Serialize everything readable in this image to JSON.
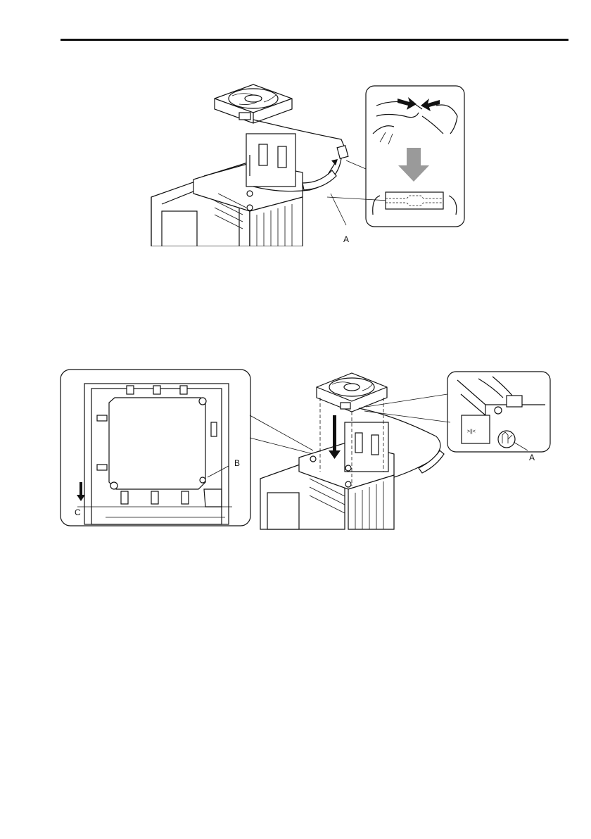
{
  "figure1": {
    "callouts": {
      "a": "A"
    }
  },
  "figure2": {
    "callouts": {
      "a": "A",
      "b": "B",
      "c": "C"
    }
  },
  "footer": {
    "text": ""
  }
}
